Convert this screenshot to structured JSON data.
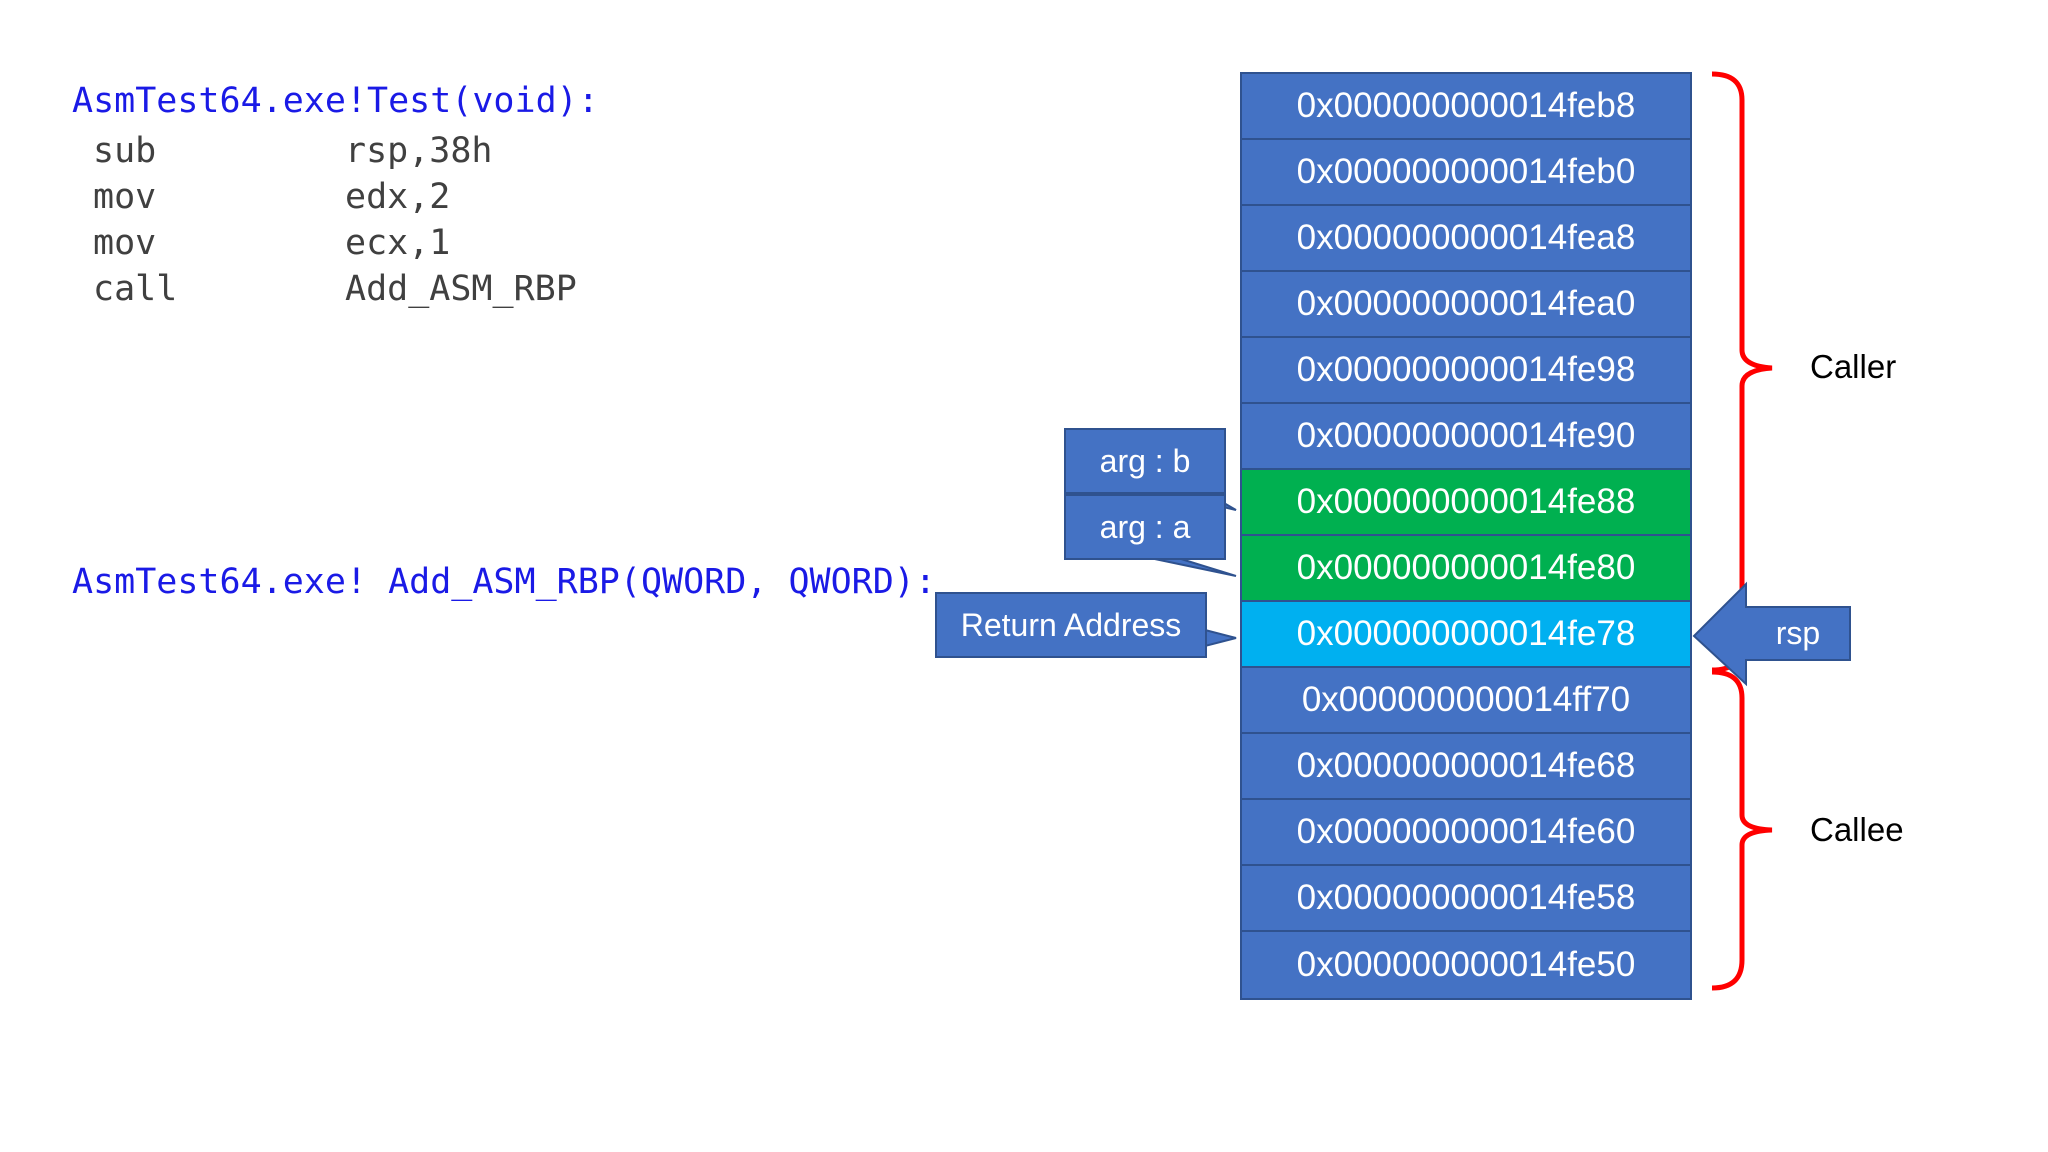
{
  "functions": {
    "test_title": "AsmTest64.exe!Test(void):",
    "add_title": "AsmTest64.exe! Add_ASM_RBP(QWORD, QWORD):"
  },
  "asm": [
    {
      "op": "sub",
      "args": "rsp,38h"
    },
    {
      "op": "mov",
      "args": "edx,2"
    },
    {
      "op": "mov",
      "args": "ecx,1"
    },
    {
      "op": "call",
      "args": "Add_ASM_RBP"
    }
  ],
  "stack": [
    {
      "address": "0x000000000014feb8",
      "color": "#4472c4"
    },
    {
      "address": "0x000000000014feb0",
      "color": "#4472c4"
    },
    {
      "address": "0x000000000014fea8",
      "color": "#4472c4"
    },
    {
      "address": "0x000000000014fea0",
      "color": "#4472c4"
    },
    {
      "address": "0x000000000014fe98",
      "color": "#4472c4"
    },
    {
      "address": "0x000000000014fe90",
      "color": "#4472c4"
    },
    {
      "address": "0x000000000014fe88",
      "color": "#00b050"
    },
    {
      "address": "0x000000000014fe80",
      "color": "#00b050"
    },
    {
      "address": "0x000000000014fe78",
      "color": "#00b0f0"
    },
    {
      "address": "0x000000000014ff70",
      "color": "#4472c4"
    },
    {
      "address": "0x000000000014fe68",
      "color": "#4472c4"
    },
    {
      "address": "0x000000000014fe60",
      "color": "#4472c4"
    },
    {
      "address": "0x000000000014fe58",
      "color": "#4472c4"
    },
    {
      "address": "0x000000000014fe50",
      "color": "#4472c4"
    }
  ],
  "callouts": {
    "arg_b": "arg : b",
    "arg_a": "arg : a",
    "return_address": "Return Address",
    "rsp": "rsp"
  },
  "brackets": {
    "caller": "Caller",
    "callee": "Callee"
  },
  "colors": {
    "title_blue": "#1a1ae6",
    "cell_blue": "#4472c4",
    "cell_border": "#2f528f",
    "cell_green": "#00b050",
    "cell_cyan": "#00b0f0",
    "bracket_red": "#ff0000"
  }
}
